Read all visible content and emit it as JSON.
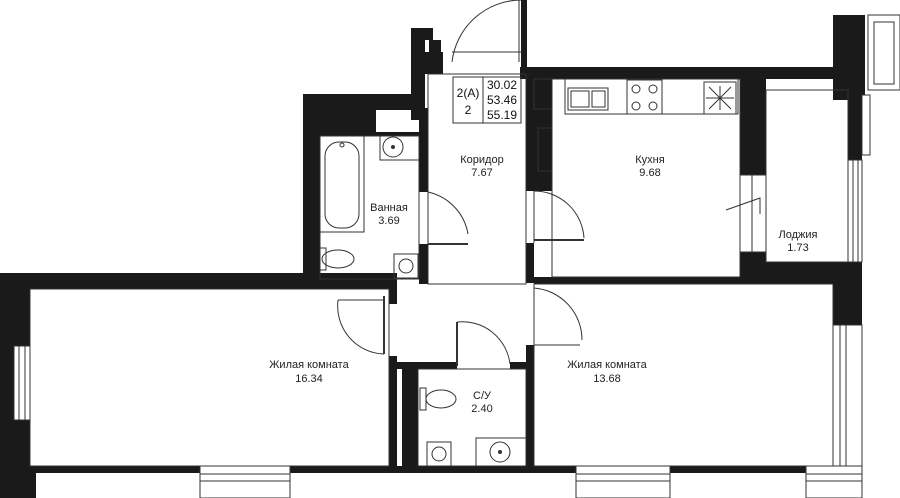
{
  "plan": {
    "index_box": {
      "type_code": "2(A)",
      "rooms_count": "2",
      "living_area": "30.02",
      "total_area": "53.46",
      "area_with_loggia": "55.19"
    },
    "rooms": {
      "corridor": {
        "name": "Коридор",
        "area": "7.67"
      },
      "kitchen": {
        "name": "Кухня",
        "area": "9.68"
      },
      "bathroom": {
        "name": "Ванная",
        "area": "3.69"
      },
      "loggia": {
        "name": "Лоджия",
        "area": "1.73"
      },
      "living_left": {
        "name": "Жилая комната",
        "area": "16.34"
      },
      "living_right": {
        "name": "Жилая комната",
        "area": "13.68"
      },
      "wc": {
        "name": "С/У",
        "area": "2.40"
      }
    },
    "colors": {
      "wall": "#1a1a1a",
      "line": "#333333",
      "background": "#ffffff"
    }
  }
}
